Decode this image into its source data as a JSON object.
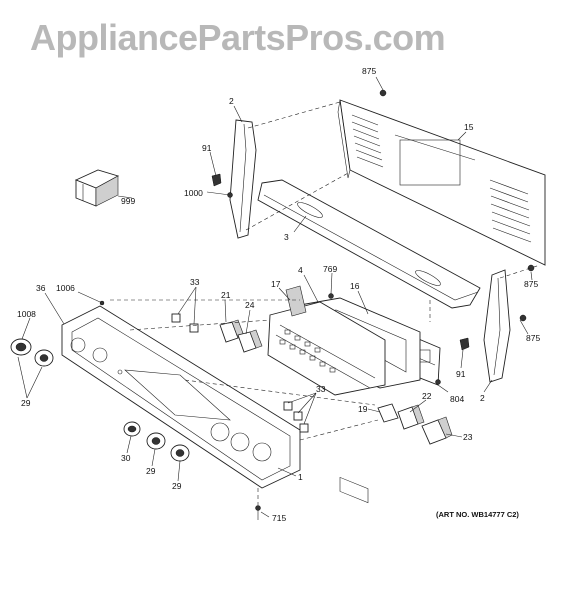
{
  "watermark": "AppliancePartsPros.com",
  "art_number": "(ART NO. WB14777 C2)",
  "callouts": {
    "c875a": "875",
    "c2a": "2",
    "c15": "15",
    "c91a": "91",
    "c1000": "1000",
    "c999": "999",
    "c3": "3",
    "c769": "769",
    "c4": "4",
    "c17": "17",
    "c16": "16",
    "c875b": "875",
    "c875c": "875",
    "c36": "36",
    "c1006": "1006",
    "c33a": "33",
    "c21": "21",
    "c24": "24",
    "c1008": "1008",
    "c29a": "29",
    "c91b": "91",
    "c804": "804",
    "c2b": "2",
    "c33b": "33",
    "c19": "19",
    "c22": "22",
    "c23": "23",
    "c30": "30",
    "c29b": "29",
    "c29c": "29",
    "c1": "1",
    "c715": "715"
  }
}
